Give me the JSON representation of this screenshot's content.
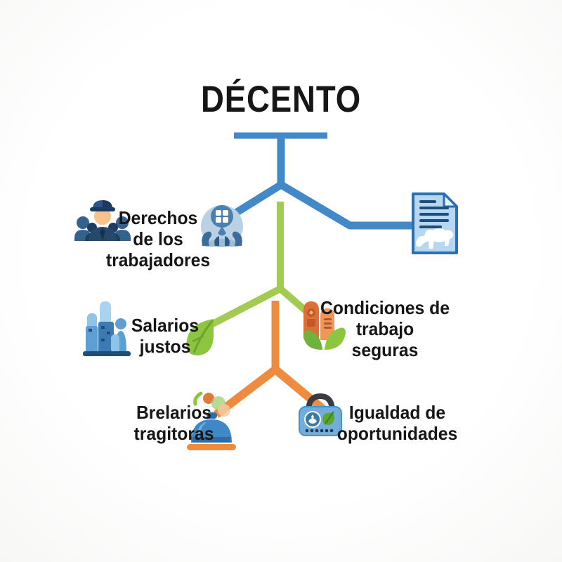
{
  "title": "DÉCENTO",
  "colors": {
    "branch_blue": "#4189c7",
    "branch_green": "#a3ca51",
    "branch_orange": "#ee8b3e",
    "text": "#161616",
    "background": "#fcfcfc"
  },
  "nodes": {
    "derechos": {
      "lines": [
        "Derechos",
        "de los",
        "trabajadores"
      ],
      "icon": "workers-group-icon"
    },
    "apoyo": {
      "icon": "head-puzzle-icon"
    },
    "documento": {
      "icon": "document-icon"
    },
    "salarios": {
      "lines": [
        "Salarios",
        "justos"
      ],
      "icon": "factory-icon",
      "accent_icon": "leaf-icon"
    },
    "condiciones": {
      "lines": [
        "Condiciones de",
        "trabajo",
        "seguras"
      ],
      "icon": "safety-equipment-icon"
    },
    "brelarios": {
      "lines": [
        "Brelarios",
        "tragitoras"
      ],
      "icon": "dome-platter-icon"
    },
    "igualdad": {
      "lines": [
        "Igualdad de",
        "oportunidades"
      ],
      "icon": "locked-bag-icon"
    }
  }
}
